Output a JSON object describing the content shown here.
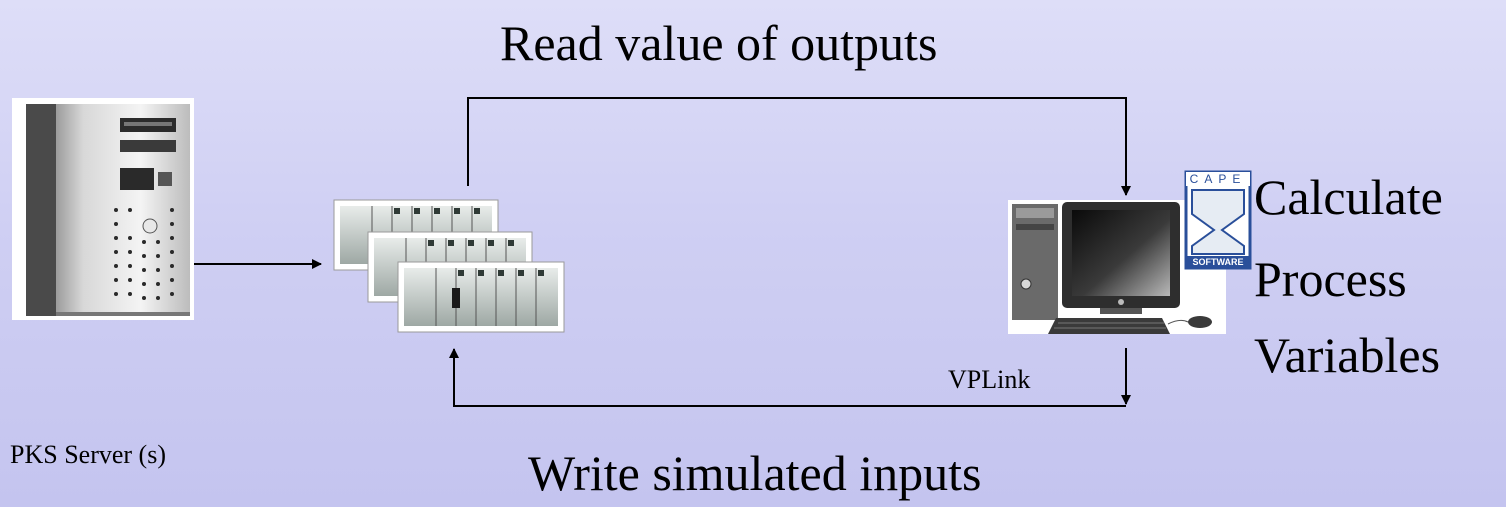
{
  "diagram": {
    "top_label": "Read value of outputs",
    "bottom_label": "Write simulated inputs",
    "server_label": "PKS Server (s)",
    "link_label": "VPLink",
    "process_lines": [
      "Calculate",
      "Process",
      "Variables"
    ],
    "logo": {
      "letters": [
        "C",
        "A",
        "P",
        "E"
      ],
      "word": "SOFTWARE",
      "color": "#2a4f9a"
    }
  }
}
